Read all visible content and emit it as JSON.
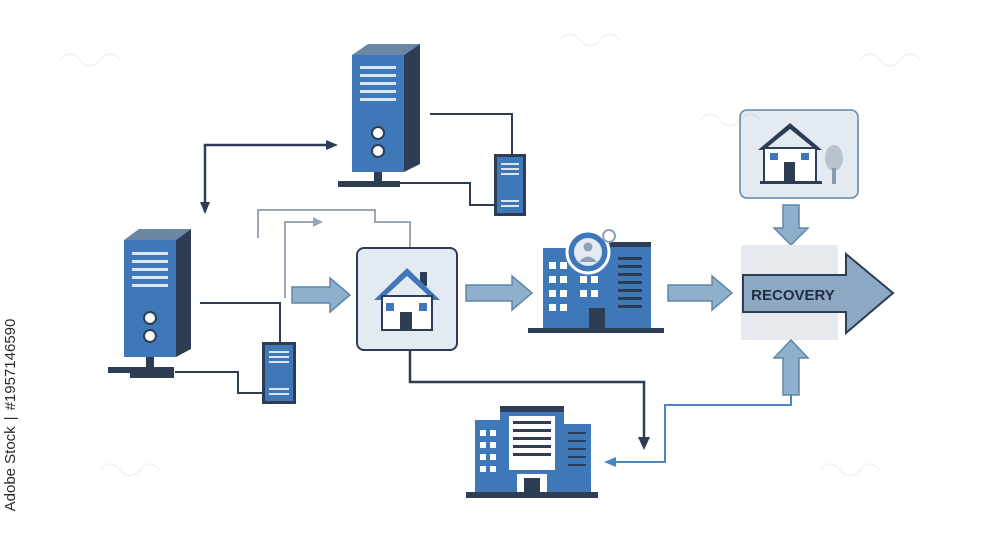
{
  "recovery": {
    "label": "RECOVERY"
  },
  "stock": {
    "brand": "Adobe Stock",
    "asset_id": "#1957146590"
  },
  "colors": {
    "server_blue": "#3f78b8",
    "server_dark": "#2d3d54",
    "arrow_fill": "#8fb0cc",
    "arrow_stroke": "#5f86a8",
    "line_dark": "#2d3d54",
    "line_grey": "#9aa8b6",
    "line_blue": "#4a86c2",
    "tile_fill": "#e4eaf1",
    "tile_border": "#2d3d54",
    "recovery_box": "#e6e9ee",
    "recovery_arrow": "#8da8c3"
  },
  "icons": [
    "server-tower-icon",
    "small-server-icon",
    "home-icon",
    "office-building-icon",
    "user-badge-icon",
    "tree-icon",
    "arrow-right-icon",
    "arrow-down-icon",
    "arrow-up-icon"
  ]
}
